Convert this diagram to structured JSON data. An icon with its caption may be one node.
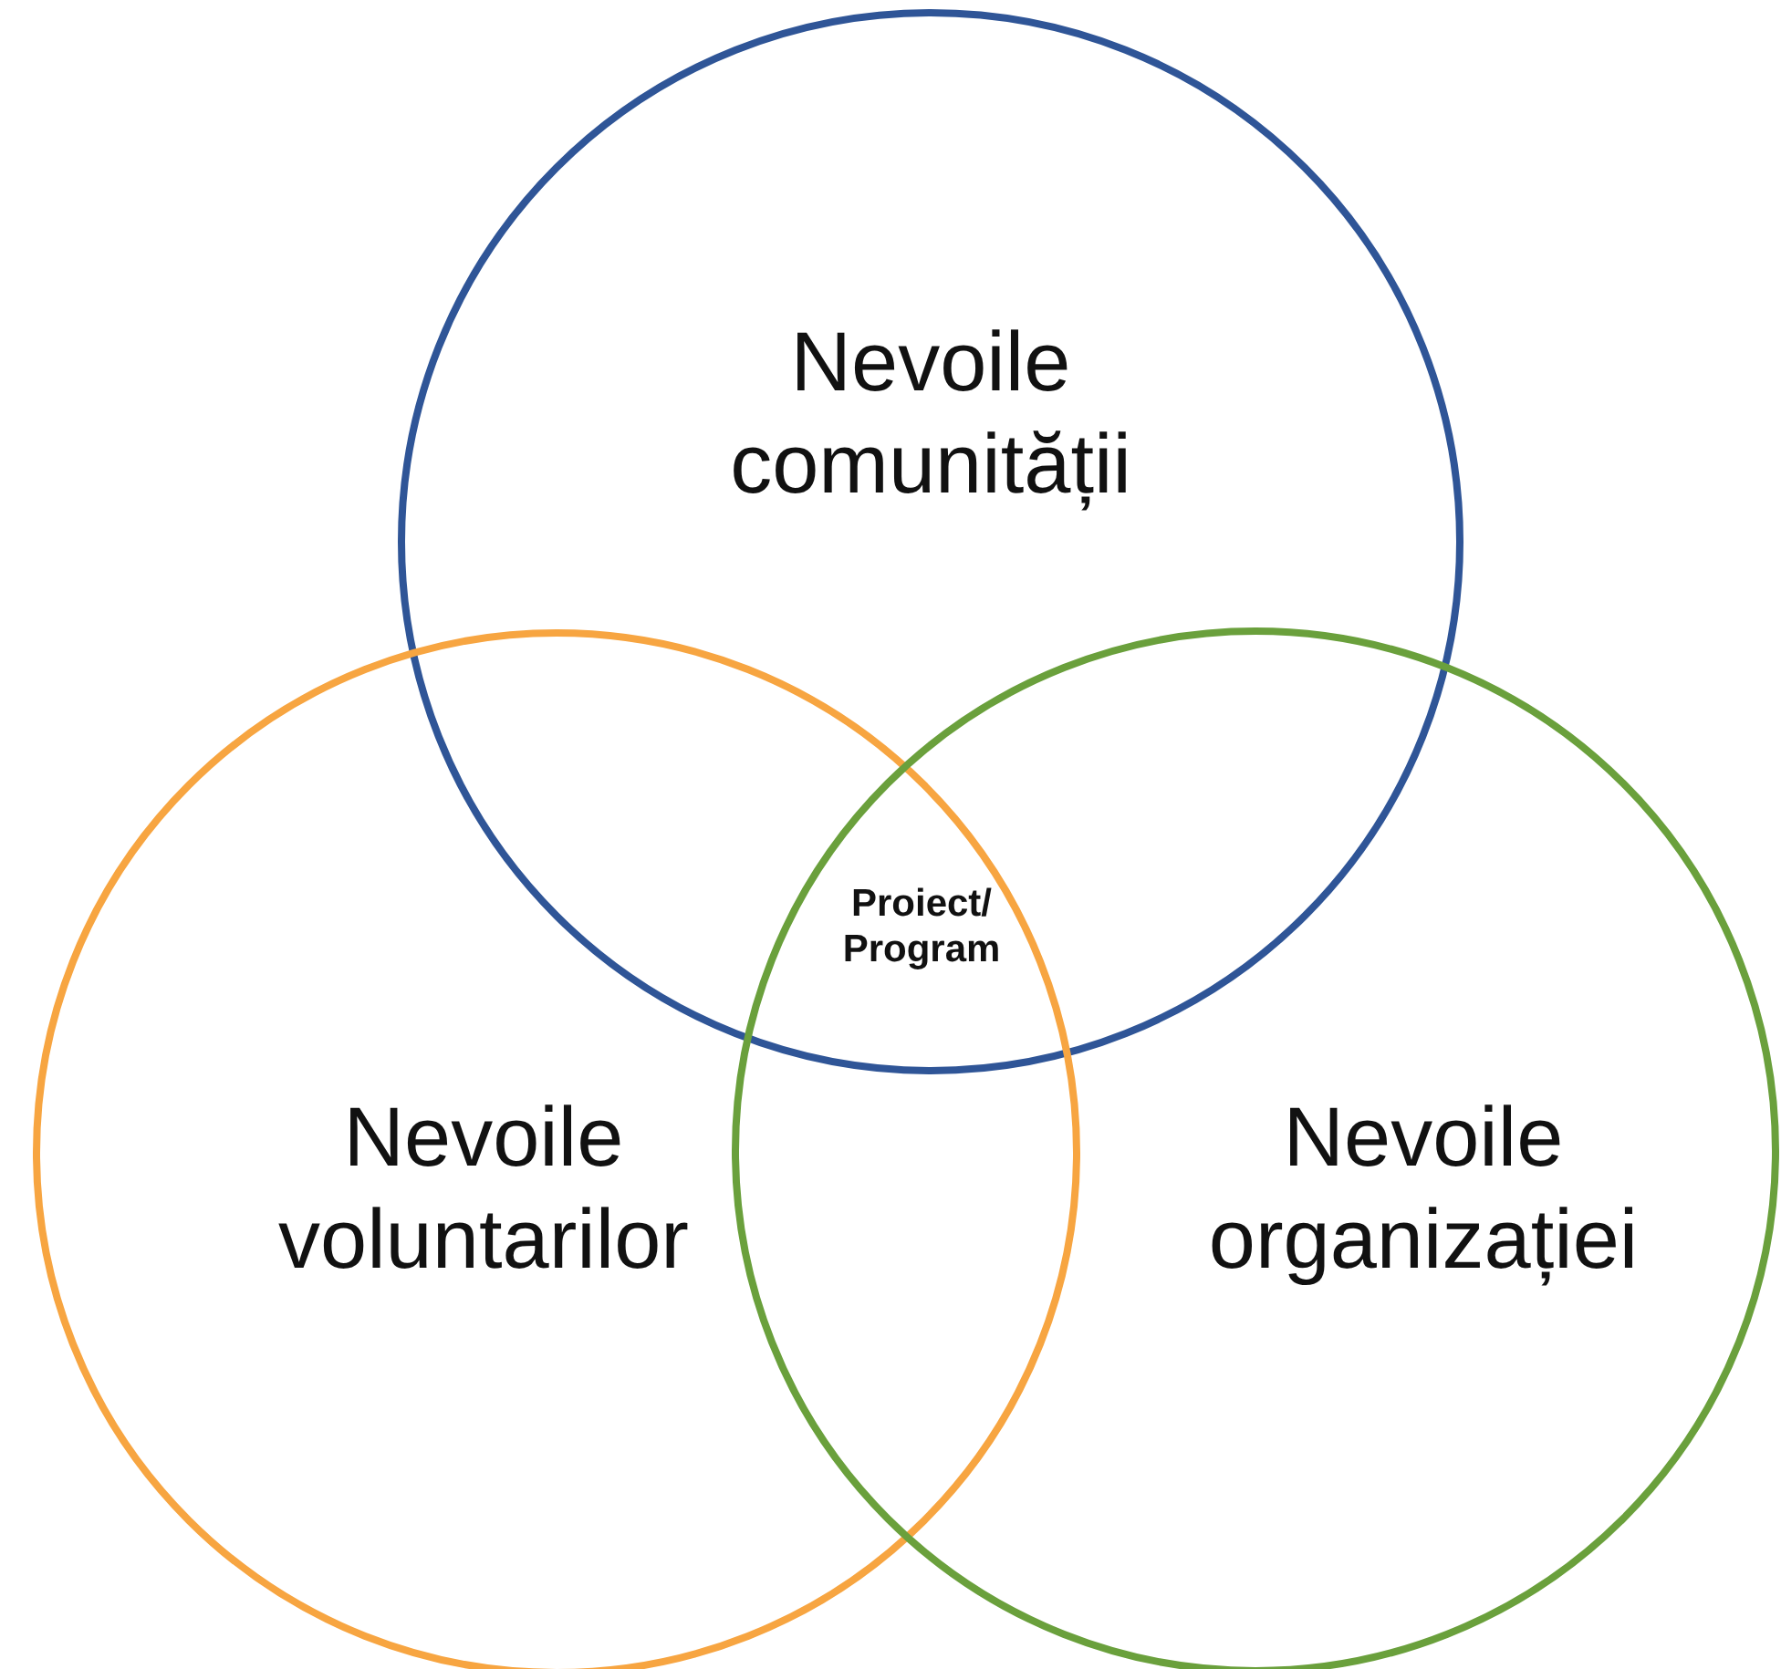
{
  "diagram": {
    "nodes": [
      {
        "text": [
          "Nevoile comunității"
        ]
      },
      {
        "text": [
          "Nevoile voluntarilor"
        ]
      },
      {
        "text": [
          "Nevoile organizației"
        ]
      }
    ],
    "labels": [
      "Proiect/ Program"
    ]
  }
}
